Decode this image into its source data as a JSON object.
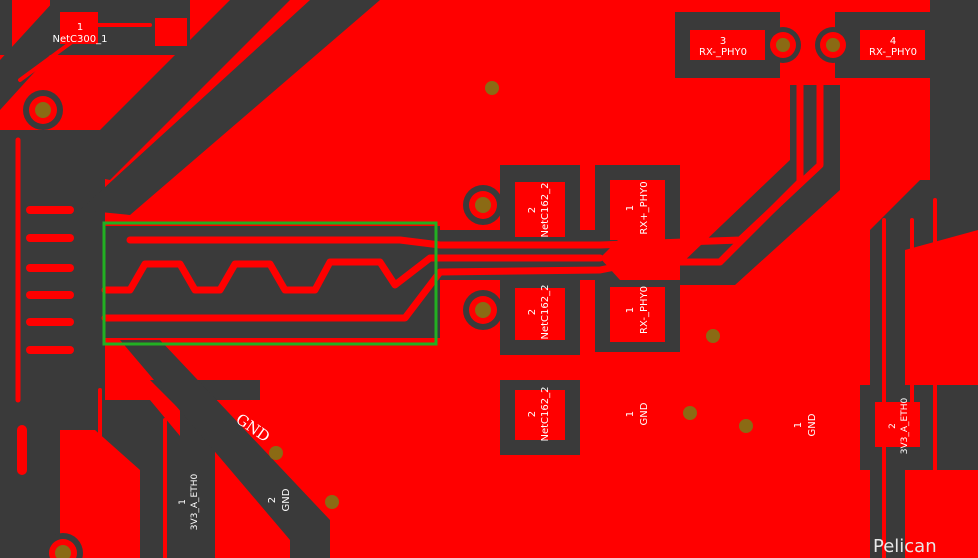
{
  "colors": {
    "copper": "#ff0000",
    "clearance": "#3a3a3a",
    "via": "#8b6a14",
    "selection": "#22b022",
    "text": "#ffffff"
  },
  "labels": {
    "netc300_pin": "1",
    "netc300_net": "NetC300_1",
    "rxm_left_pin": "3",
    "rxm_left_net": "RX-_PHY0",
    "rxm_right_pin": "4",
    "rxm_right_net": "RX-_PHY0",
    "netc162_top_pin": "2",
    "netc162_top_net": "NetC162_2",
    "rxp_pin": "1",
    "rxp_net": "RX+_PHY0",
    "netc162_mid_pin": "2",
    "netc162_mid_net": "NetC162_2",
    "rxm_mid_pin": "1",
    "rxm_mid_net": "RX-_PHY0",
    "netc162_bot_pin": "2",
    "netc162_bot_net": "NetC162_2",
    "gnd_a_pin": "1",
    "gnd_a_net": "GND",
    "gnd_b_pin": "1",
    "gnd_b_net": "GND",
    "gnd_c_net": "GND",
    "gnd_d_pin": "2",
    "gnd_d_net": "GND",
    "v33_left_pin": "1",
    "v33_left_net": "3V3_A_ETH0",
    "v33_right_pin": "2",
    "v33_right_net": "3V3_A_ETH0",
    "watermark": "Pelican"
  }
}
